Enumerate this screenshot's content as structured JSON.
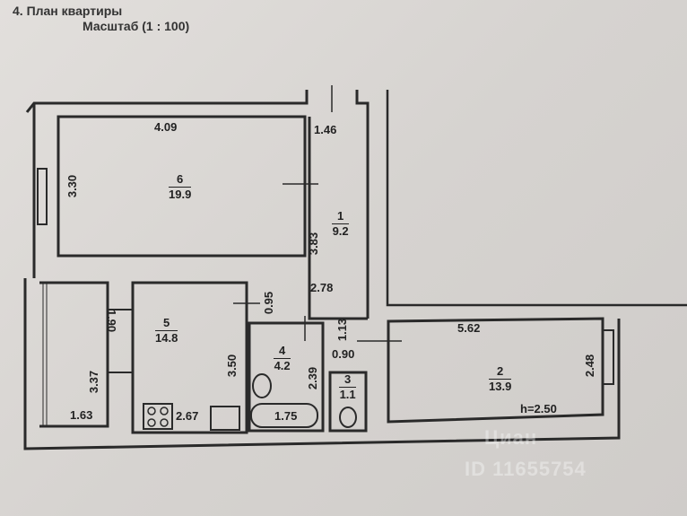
{
  "header": {
    "title": "4. План квартиры",
    "scale": "Масштаб (1 : 100)"
  },
  "rooms": [
    {
      "number": "6",
      "area": "19.9"
    },
    {
      "number": "1",
      "area": "9.2"
    },
    {
      "number": "5",
      "area": "14.8"
    },
    {
      "number": "4",
      "area": "4.2"
    },
    {
      "number": "3",
      "area": "1.1"
    },
    {
      "number": "2",
      "area": "13.9"
    }
  ],
  "dimensions": {
    "d409": "4.09",
    "d330": "3.30",
    "d146": "1.46",
    "d383": "3.83",
    "d278": "2.78",
    "d095": "0.95",
    "d190": "1.90",
    "d337": "3.37",
    "d163": "1.63",
    "d350": "3.50",
    "d267": "2.67",
    "d239": "2.39",
    "d175": "1.75",
    "d113": "1.13",
    "d090": "0.90",
    "d562": "5.62",
    "d248": "2.48",
    "height": "h=2.50"
  },
  "watermark": {
    "brand": "Циан",
    "id": "ID 11655754"
  }
}
